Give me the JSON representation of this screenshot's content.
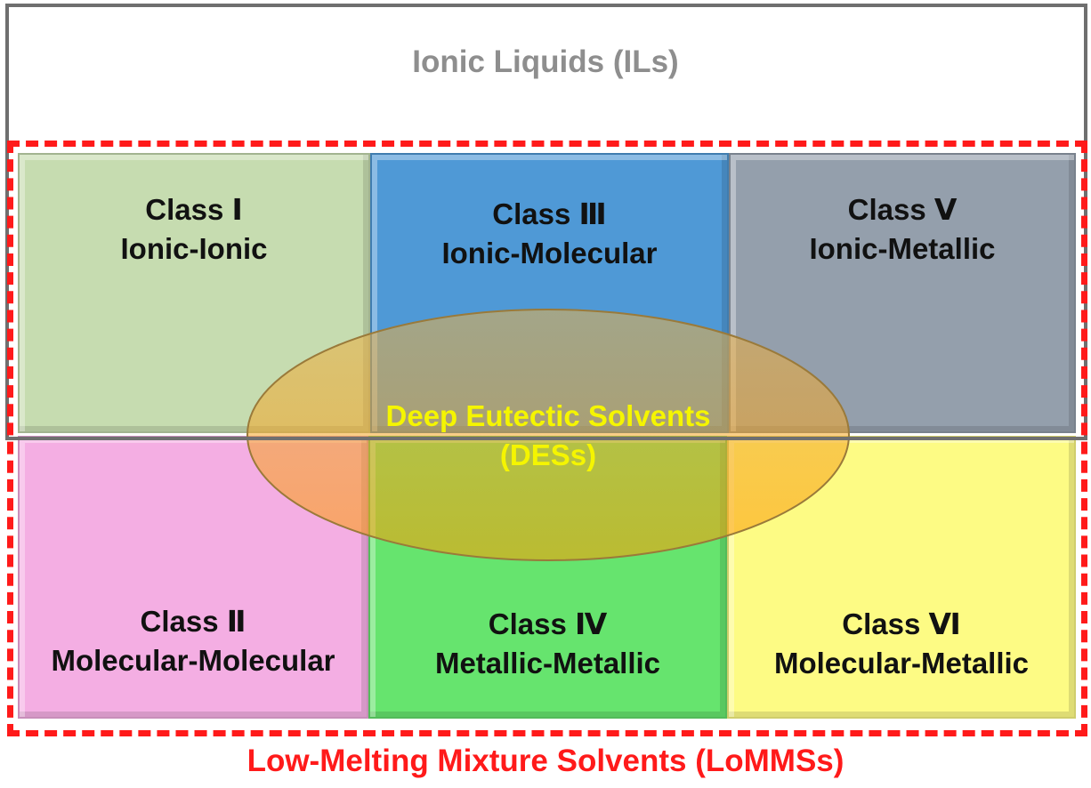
{
  "ionic_liquids": {
    "label": "Ionic Liquids (ILs)"
  },
  "lomms": {
    "label": "Low-Melting Mixture Solvents (LoMMSs)"
  },
  "des": {
    "line1": "Deep Eutectic Solvents",
    "line2": "(DESs)",
    "color": "#f5f500"
  },
  "classes": {
    "class1": {
      "name": "Class Ⅰ",
      "type": "Ionic-Ionic",
      "color": "#c6dcb0"
    },
    "class3": {
      "name": "Class Ⅲ",
      "type": "Ionic-Molecular",
      "color": "#4f99d6"
    },
    "class5": {
      "name": "Class Ⅴ",
      "type": "Ionic-Metallic",
      "color": "#949fac"
    },
    "class2": {
      "name": "Class Ⅱ",
      "type": "Molecular-Molecular",
      "color": "#f4aee3"
    },
    "class4": {
      "name": "Class Ⅳ",
      "type": "Metallic-Metallic",
      "color": "#66e46e"
    },
    "class6": {
      "name": "Class Ⅵ",
      "type": "Molecular-Metallic",
      "color": "#fdfb84"
    }
  }
}
